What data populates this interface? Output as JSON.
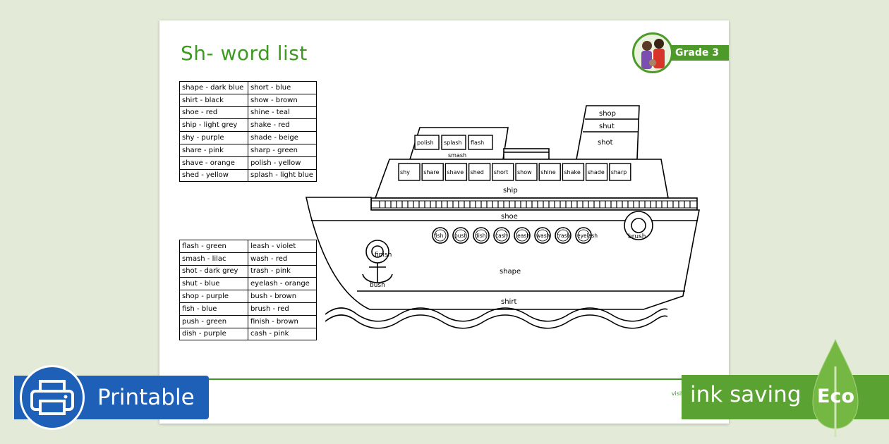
{
  "title": "Sh- word list",
  "grade": "Grade 3",
  "footer_text": "visit twinkl.co.z",
  "printable_label": "Printable",
  "ink_saving_label": "ink saving",
  "eco_label": "Eco",
  "colors": {
    "green": "#3c9a21",
    "blue": "#1e5fb8",
    "eco_green": "#5aa332",
    "background": "#e3ebd8"
  },
  "table1": [
    [
      "shape - dark blue",
      "short - blue"
    ],
    [
      "shirt - black",
      "show - brown"
    ],
    [
      "shoe - red",
      "shine - teal"
    ],
    [
      "ship - light grey",
      "shake - red"
    ],
    [
      "shy - purple",
      "shade - beige"
    ],
    [
      "share - pink",
      "sharp - green"
    ],
    [
      "shave - orange",
      "polish - yellow"
    ],
    [
      "shed - yellow",
      "splash - light blue"
    ]
  ],
  "table2": [
    [
      "flash - green",
      "leash - violet"
    ],
    [
      "smash - lilac",
      "wash - red"
    ],
    [
      "shot - dark grey",
      "trash - pink"
    ],
    [
      "shut - blue",
      "eyelash - orange"
    ],
    [
      "shop - purple",
      "bush - brown"
    ],
    [
      "fish - blue",
      "brush - red"
    ],
    [
      "push - green",
      "finish - brown"
    ],
    [
      "dish - purple",
      "cash - pink"
    ]
  ],
  "ship": {
    "funnel": [
      "shop",
      "shut",
      "shot"
    ],
    "top_deck": [
      "polish",
      "splash",
      "flash"
    ],
    "top_deck_base": "smash",
    "middle_windows": [
      "shy",
      "share",
      "shave",
      "shed",
      "short",
      "show",
      "shine",
      "shake",
      "shade",
      "sharp"
    ],
    "middle_base": "ship",
    "rail": "shoe",
    "portholes": [
      "fish",
      "push",
      "dish",
      "cash",
      "leash",
      "wash",
      "trash",
      "eyelash"
    ],
    "lifebuoy": "brush",
    "anchor_ring": "finish",
    "anchor_base": "bush",
    "hull": "shape",
    "hull_bottom": "shirt"
  }
}
